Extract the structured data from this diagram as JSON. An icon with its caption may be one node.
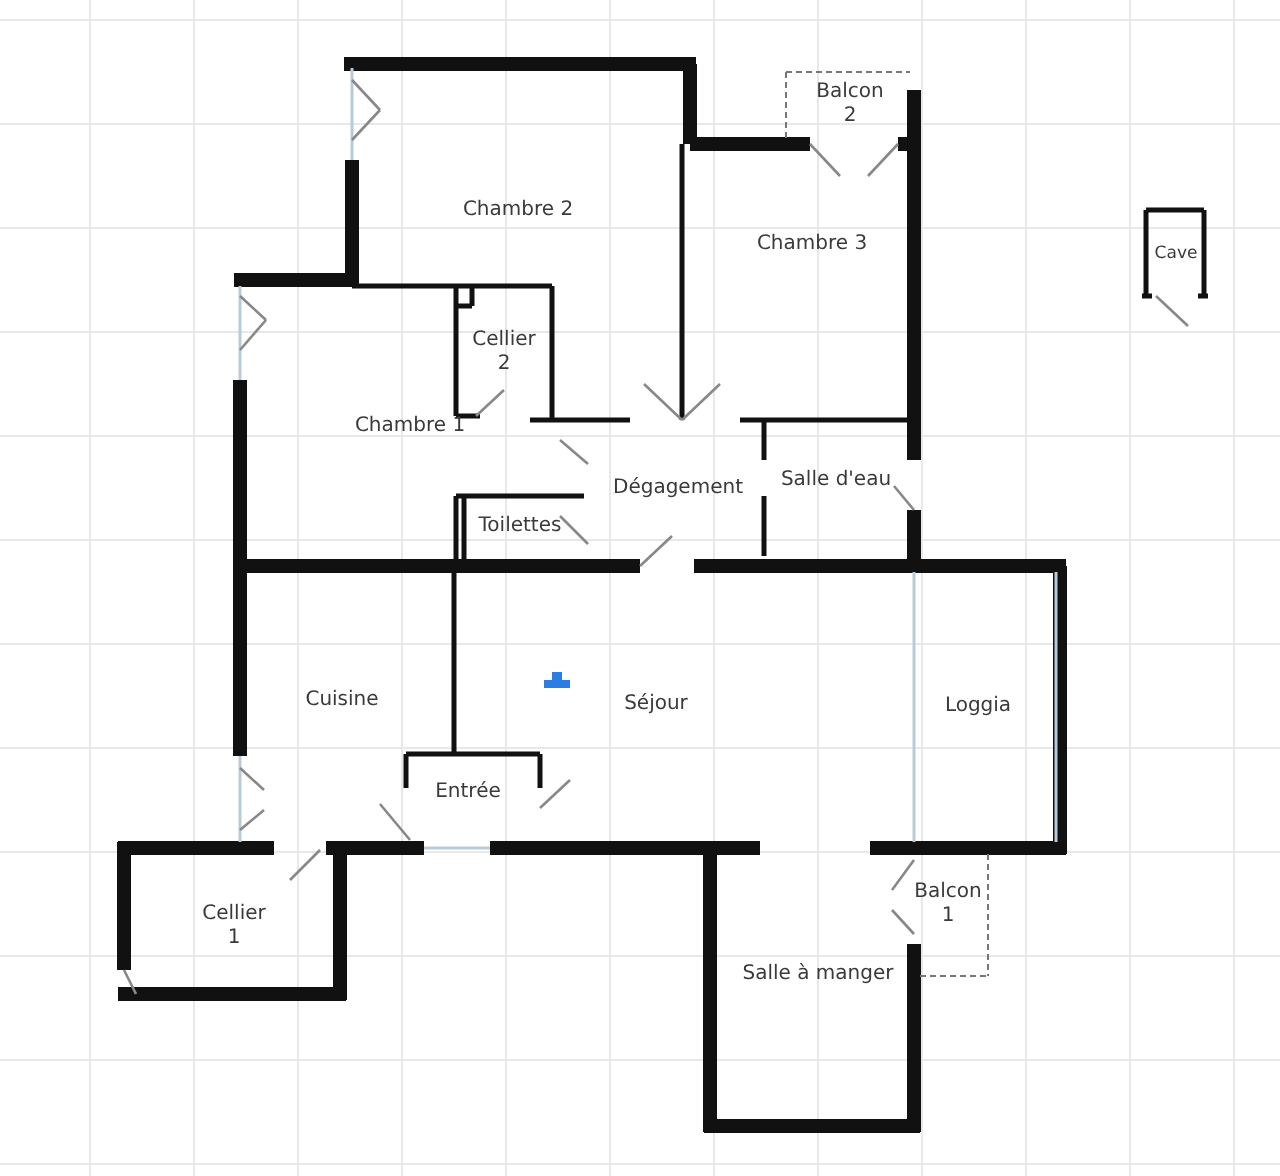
{
  "diagram": {
    "labels": [
      "Balcon 2",
      "Chambre 2",
      "Chambre 3",
      "Cave",
      "Cellier 2",
      "Chambre 1",
      "Dégagement",
      "Salle d'eau",
      "Toilettes",
      "Cuisine",
      "Séjour",
      "Loggia",
      "Entrée",
      "Cellier 1",
      "Balcon 1",
      "Salle à manger"
    ]
  }
}
